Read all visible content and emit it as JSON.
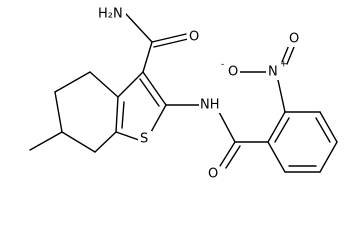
{
  "molecule": {
    "labels": {
      "amide_nh2": "H₂N",
      "amide_o": "O",
      "ring_s": "S",
      "amide_nh": "NH",
      "benzamide_o": "O",
      "nitro_n": "N",
      "nitro_n_charge": "+",
      "nitro_o_minus": "O",
      "nitro_o_minus_charge": "-",
      "nitro_o": "O"
    }
  }
}
